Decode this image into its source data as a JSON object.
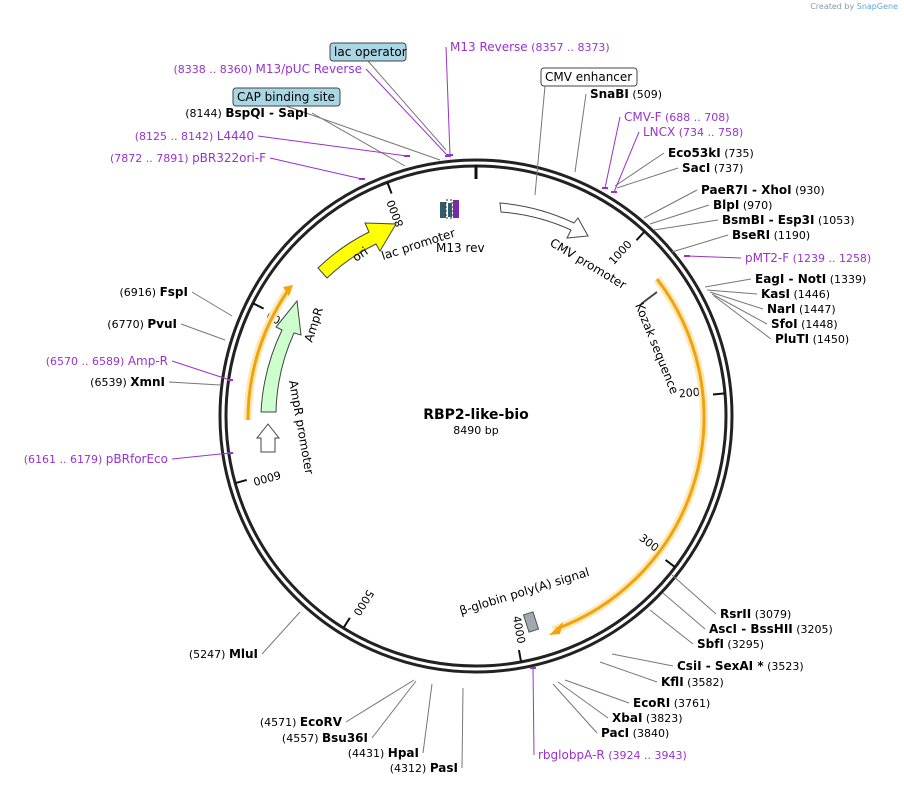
{
  "credit": {
    "prefix": "Created by",
    "brand": "SnapGene"
  },
  "plasmid": {
    "name": "RBP2-like-bio",
    "length_label": "8490 bp",
    "length": 8490
  },
  "ticks": [
    {
      "bp": 1000,
      "label": "1000"
    },
    {
      "bp": 2000,
      "label": "2000"
    },
    {
      "bp": 3000,
      "label": "3000"
    },
    {
      "bp": 4000,
      "label": "4000"
    },
    {
      "bp": 5000,
      "label": "5000"
    },
    {
      "bp": 6000,
      "label": "6000"
    },
    {
      "bp": 7000,
      "label": "7000"
    },
    {
      "bp": 8000,
      "label": "8000"
    }
  ],
  "boxed_features": [
    {
      "name": "lac operator",
      "color": "#a9d6e5"
    },
    {
      "name": "CAP binding site",
      "color": "#a9d6e5"
    },
    {
      "name": "CMV enhancer",
      "color": "#ffffff"
    }
  ],
  "feature_labels": [
    "ori",
    "lac promoter",
    "M13 rev",
    "CMV promoter",
    "Kozak sequence",
    "AmpR",
    "AmpR promoter",
    "β-globin poly(A) signal"
  ],
  "enzymes": [
    {
      "name": "SnaBI",
      "pos": "(509)"
    },
    {
      "name": "Eco53kI",
      "pos": "(735)"
    },
    {
      "name": "SacI",
      "pos": "(737)"
    },
    {
      "name": "PaeR7I",
      "name2": "XhoI",
      "pos": "(930)"
    },
    {
      "name": "BlpI",
      "pos": "(970)"
    },
    {
      "name": "BsmBI",
      "name2": "Esp3I",
      "pos": "(1053)"
    },
    {
      "name": "BseRI",
      "pos": "(1190)"
    },
    {
      "name": "EagI",
      "name2": "NotI",
      "pos": "(1339)"
    },
    {
      "name": "KasI",
      "pos": "(1446)"
    },
    {
      "name": "NarI",
      "pos": "(1447)"
    },
    {
      "name": "SfoI",
      "pos": "(1448)"
    },
    {
      "name": "PluTI",
      "pos": "(1450)"
    },
    {
      "name": "RsrII",
      "pos": "(3079)"
    },
    {
      "name": "AscI",
      "name2": "BssHII",
      "pos": "(3205)"
    },
    {
      "name": "SbfI",
      "pos": "(3295)"
    },
    {
      "name": "CsiI",
      "name2": "SexAI *",
      "pos": "(3523)"
    },
    {
      "name": "KflI",
      "pos": "(3582)"
    },
    {
      "name": "EcoRI",
      "pos": "(3761)"
    },
    {
      "name": "XbaI",
      "pos": "(3823)"
    },
    {
      "name": "PacI",
      "pos": "(3840)"
    },
    {
      "name": "PasI",
      "pos": "(4312)"
    },
    {
      "name": "HpaI",
      "pos": "(4431)"
    },
    {
      "name": "Bsu36I",
      "pos": "(4557)"
    },
    {
      "name": "EcoRV",
      "pos": "(4571)"
    },
    {
      "name": "MluI",
      "pos": "(5247)"
    },
    {
      "name": "XmnI",
      "pos": "(6539)"
    },
    {
      "name": "PvuI",
      "pos": "(6770)"
    },
    {
      "name": "FspI",
      "pos": "(6916)"
    },
    {
      "name": "BspQI",
      "name2": "SapI",
      "pos": "(8144)"
    }
  ],
  "primers": [
    {
      "name": "M13 Reverse",
      "pos": "(8357 .. 8373)"
    },
    {
      "name": "M13/pUC Reverse",
      "pos": "(8338 .. 8360)"
    },
    {
      "name": "L4440",
      "pos": "(8125 .. 8142)"
    },
    {
      "name": "pBR322ori-F",
      "pos": "(7872 .. 7891)"
    },
    {
      "name": "CMV-F",
      "pos": "(688 .. 708)"
    },
    {
      "name": "LNCX",
      "pos": "(734 .. 758)"
    },
    {
      "name": "pMT2-F",
      "pos": "(1239 .. 1258)"
    },
    {
      "name": "Amp-R",
      "pos": "(6570 .. 6589)"
    },
    {
      "name": "pBRforEco",
      "pos": "(6161 .. 6179)"
    },
    {
      "name": "rbglobpA-R",
      "pos": "(3924 .. 3943)"
    }
  ],
  "colors": {
    "primer": "#9933cc",
    "ori": "#ffff00",
    "ampr": "#ccffcc",
    "orf_outline": "#f0a30a",
    "orf_glow": "#fde8b8",
    "backbone": "#222222"
  }
}
